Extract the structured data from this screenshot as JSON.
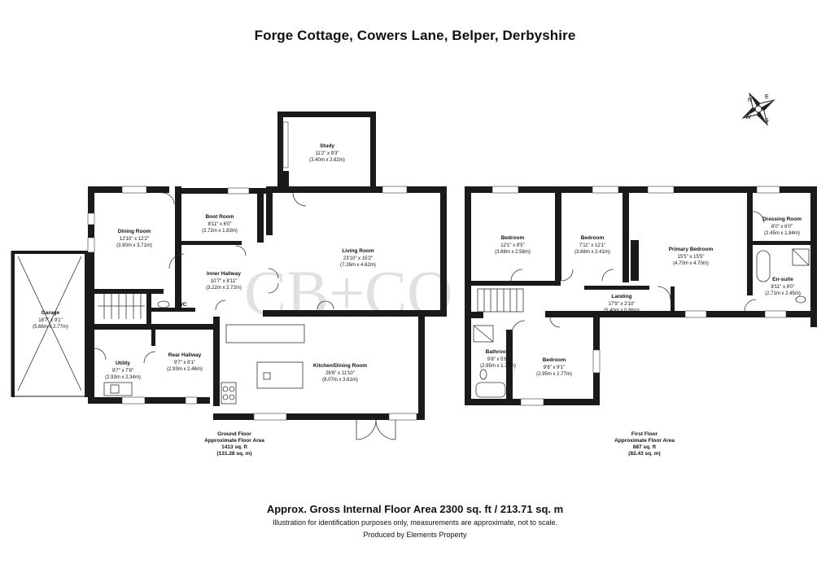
{
  "header": {
    "title": "Forge Cottage, Cowers Lane, Belper, Derbyshire"
  },
  "watermark": {
    "text": "CB+CO"
  },
  "compass": {
    "letters": [
      "N",
      "E",
      "S",
      "W"
    ]
  },
  "ground_floor": {
    "label": "Ground Floor",
    "area_label": "Approximate Floor Area",
    "area_sqft": "1413 sq. ft",
    "area_sqm": "(131.28 sq. m)",
    "rooms": [
      {
        "name": "Study",
        "imperial": "11'2\" x 9'3\"",
        "metric": "(3.40m x 2.82m)"
      },
      {
        "name": "Dining Room",
        "imperial": "12'10\" x 12'2\"",
        "metric": "(3.90m x 3.71m)"
      },
      {
        "name": "Boot Room",
        "imperial": "8'11\" x 6'0\"",
        "metric": "(2.72m x 1.83m)"
      },
      {
        "name": "Living Room",
        "imperial": "23'10\" x 15'2\"",
        "metric": "(7.26m x 4.62m)"
      },
      {
        "name": "Inner Hallway",
        "imperial": "10'7\" x 8'11\"",
        "metric": "(3.22m x 2.72m)"
      },
      {
        "name": "WC",
        "imperial": "",
        "metric": ""
      },
      {
        "name": "Garage",
        "imperial": "18'7\" x 9'1\"",
        "metric": "(5.66m x 2.77m)"
      },
      {
        "name": "Utility",
        "imperial": "9'7\" x 7'8\"",
        "metric": "(2.93m x 2.34m)"
      },
      {
        "name": "Rear Hallway",
        "imperial": "9'7\" x 8'1\"",
        "metric": "(2.93m x 2.46m)"
      },
      {
        "name": "Kitchen/Dining Room",
        "imperial": "26'6\" x 11'10\"",
        "metric": "(8.07m x 3.61m)"
      }
    ]
  },
  "first_floor": {
    "label": "First Floor",
    "area_label": "Approximate Floor Area",
    "area_sqft": "887 sq. ft",
    "area_sqm": "(82.43 sq. m)",
    "rooms": [
      {
        "name": "Bedroom",
        "imperial": "12'1\" x 8'5\"",
        "metric": "(3.68m x 2.56m)"
      },
      {
        "name": "Bedroom",
        "imperial": "7'11\" x 12'1\"",
        "metric": "(3.68m x 2.41m)"
      },
      {
        "name": "Primary Bedroom",
        "imperial": "15'5\" x 15'5\"",
        "metric": "(4.70m x 4.70m)"
      },
      {
        "name": "Dressing Room",
        "imperial": "8'0\" x 6'0\"",
        "metric": "(2.45m x 1.84m)"
      },
      {
        "name": "En-suite",
        "imperial": "8'11\" x 8'0\"",
        "metric": "(2.71m x 2.45m)"
      },
      {
        "name": "Landing",
        "imperial": "17'9\" x 2'10\"",
        "metric": "(5.40m x 0.86m)"
      },
      {
        "name": "Bathroom",
        "imperial": "9'8\" x 5'8\"",
        "metric": "(2.95m x 1.73m)"
      },
      {
        "name": "Bedroom",
        "imperial": "9'8\" x 9'1\"",
        "metric": "(2.95m x 2.77m)"
      }
    ]
  },
  "footer": {
    "gross_area": "Approx. Gross Internal Floor Area 2300 sq. ft / 213.71 sq. m",
    "disclaimer": "Illustration for identification purposes only, measurements are approximate, not to scale.",
    "credit": "Produced by Elements Property"
  }
}
